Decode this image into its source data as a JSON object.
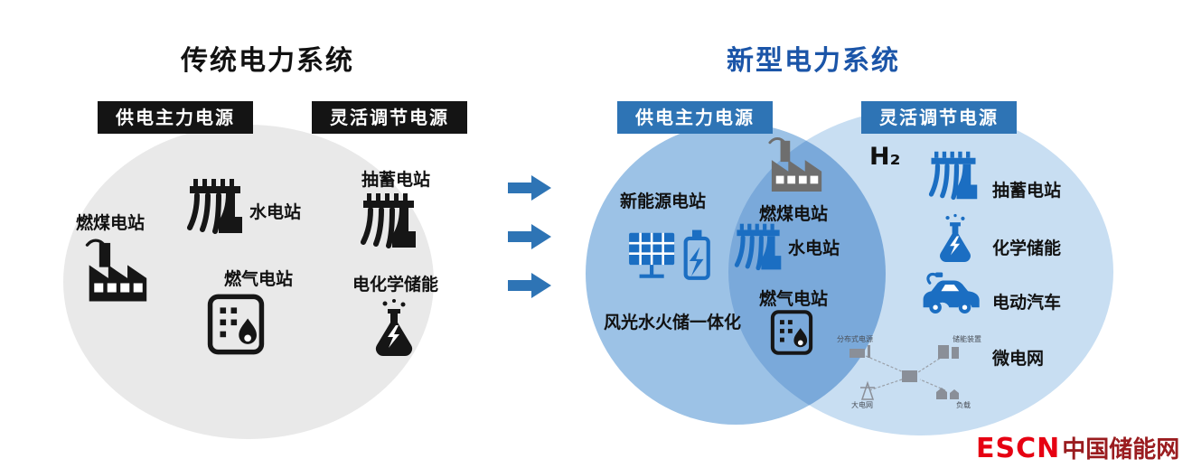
{
  "traditional": {
    "title": "传统电力系统",
    "badge_main": "供电主力电源",
    "badge_flex": "灵活调节电源",
    "coal": "燃煤电站",
    "hydro": "水电站",
    "gas": "燃气电站",
    "pumped": "抽蓄电站",
    "electrochem": "电化学储能"
  },
  "modern": {
    "title": "新型电力系统",
    "badge_main": "供电主力电源",
    "badge_flex": "灵活调节电源",
    "new_energy": "新能源电站",
    "integration": "风光水火储一体化",
    "coal": "燃煤电站",
    "hydro": "水电站",
    "gas": "燃气电站",
    "h2": "H₂",
    "pumped": "抽蓄电站",
    "chem_storage": "化学储能",
    "ev": "电动汽车",
    "microgrid": "微电网",
    "mg_distributed": "分布式电源",
    "mg_storage": "储能装置",
    "mg_grid": "大电网",
    "mg_load": "负载"
  },
  "logo": {
    "escn": "ESCN",
    "site": "中国储能网"
  },
  "colors": {
    "badge_black": "#141414",
    "badge_blue": "#2e74b5",
    "ellipse_gray": "#e9e9e9",
    "circle_left_blue": "#9cc2e6",
    "circle_right_blue": "#c8def2",
    "arrow_blue": "#2e74b5",
    "icon_blue": "#1b6ec2",
    "icon_gray": "#6e6e6e",
    "title_blue": "#1b55a8",
    "logo_red": "#e60012",
    "logo_dark_red": "#9a1c1f"
  }
}
